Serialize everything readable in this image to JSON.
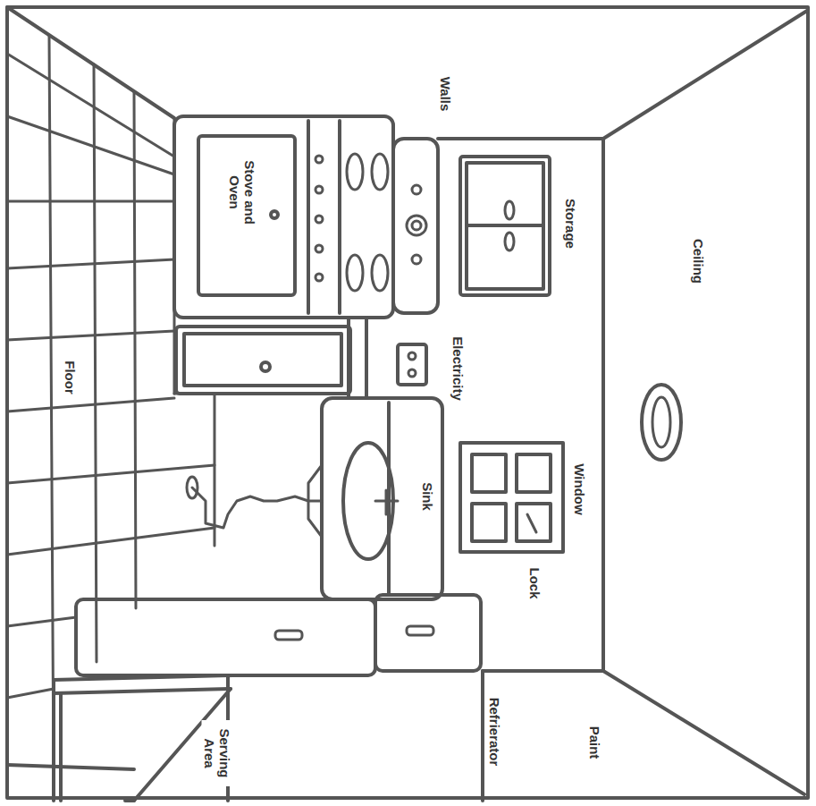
{
  "diagram": {
    "labels": [
      "Walls",
      "Stove and Oven",
      "Storage",
      "Ceiling",
      "Electricity",
      "Floor",
      "Window",
      "Lock",
      "Sink",
      "Refrierator",
      "Paint",
      "Serving Area"
    ]
  }
}
